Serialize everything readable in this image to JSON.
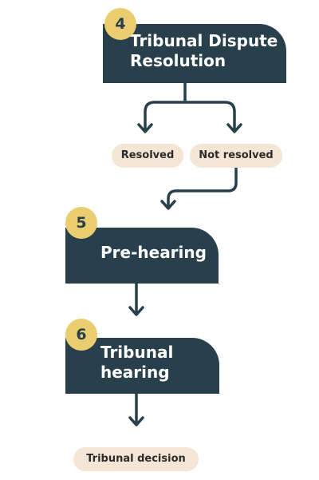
{
  "steps": [
    {
      "number": "4",
      "line1": "Tribunal Dispute",
      "line2": "Resolution"
    },
    {
      "number": "5",
      "line1": "Pre-hearing",
      "line2": ""
    },
    {
      "number": "6",
      "line1": "Tribunal",
      "line2": "hearing"
    }
  ],
  "outcomes": {
    "resolved": "Resolved",
    "not_resolved": "Not resolved",
    "final": "Tribunal decision"
  },
  "colors": {
    "box": "#283f4c",
    "badge": "#e9cd6f",
    "pill": "#f5e5d4",
    "arrow": "#283f4c"
  }
}
